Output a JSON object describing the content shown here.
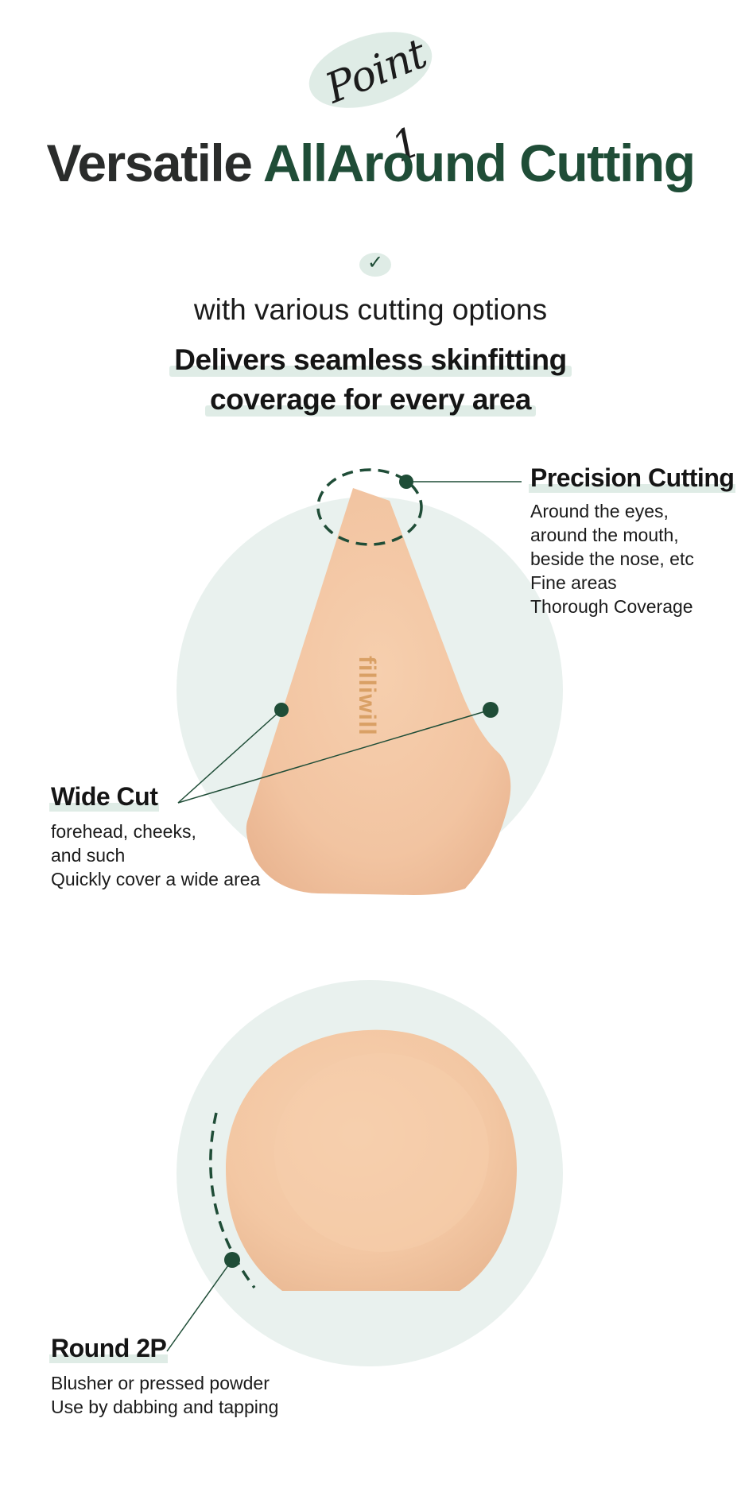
{
  "badge": {
    "text": "Point 1"
  },
  "title": {
    "part1": "Versatile",
    "part2": "AllAround Cutting"
  },
  "check": {
    "icon": "checkmark-icon",
    "glyph": "✓"
  },
  "intro": {
    "line1": "with various cutting options",
    "line2": "Delivers seamless skinfitting",
    "line3": "coverage for every area"
  },
  "precision": {
    "title": "Precision Cutting",
    "lines": [
      "Around the eyes,",
      "around the mouth,",
      "beside the nose, etc",
      "Fine areas",
      "Thorough Coverage"
    ]
  },
  "wide": {
    "title": "Wide Cut",
    "lines": [
      "forehead, cheeks,",
      "and such",
      "Quickly cover a wide area"
    ]
  },
  "round": {
    "title": "Round 2P",
    "lines": [
      "Blusher or pressed powder",
      "Use by dabbing and tapping"
    ]
  },
  "sponge": {
    "brand": "filliwill"
  },
  "colors": {
    "accent_green": "#1f4d37",
    "mint": "#dfece6",
    "circle": "#e9f1ee",
    "sponge": "#f2c4a1"
  }
}
